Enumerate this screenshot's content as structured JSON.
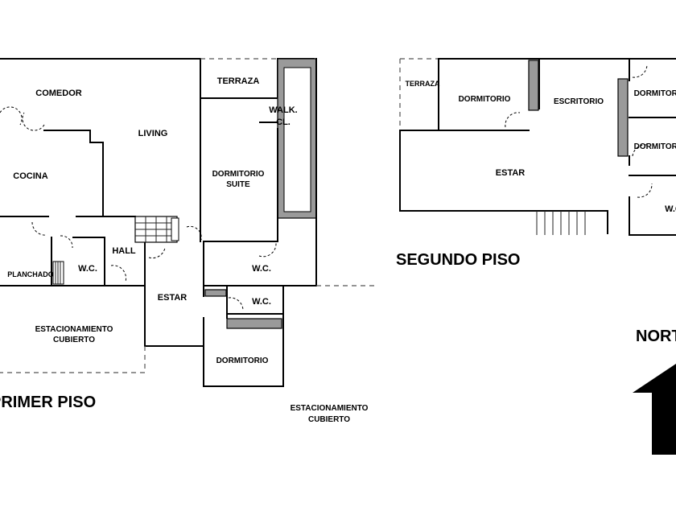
{
  "first_floor": {
    "title": "PRIMER PISO",
    "rooms": {
      "comedor": "COMEDOR",
      "living": "LIVING",
      "terraza": "TERRAZA",
      "walk_closet_1": "WALK.",
      "walk_closet_2": "CL.",
      "cocina": "COCINA",
      "dormitorio_suite_1": "DORMITORIO",
      "dormitorio_suite_2": "SUITE",
      "hall": "HALL",
      "planchado": "PLANCHADO",
      "wc_1": "W.C.",
      "wc_2": "W.C.",
      "wc_3": "W.C.",
      "estar": "ESTAR",
      "estacionamiento_1": "ESTACIONAMIENTO",
      "estacionamiento_2": "CUBIERTO",
      "dormitorio": "DORMITORIO"
    },
    "outside": {
      "estacionamiento_1": "ESTACIONAMIENTO",
      "estacionamiento_2": "CUBIERTO"
    }
  },
  "second_floor": {
    "title": "SEGUNDO PISO",
    "rooms": {
      "terraza": "TERRAZA",
      "dormitorio_1": "DORMITORIO",
      "escritorio": "ESCRITORIO",
      "dormitorio_2": "DORMITORIO",
      "dormitorio_3": "DORMITORIO",
      "estar": "ESTAR",
      "wc": "W.C."
    }
  },
  "north": {
    "label": "NORTE"
  }
}
